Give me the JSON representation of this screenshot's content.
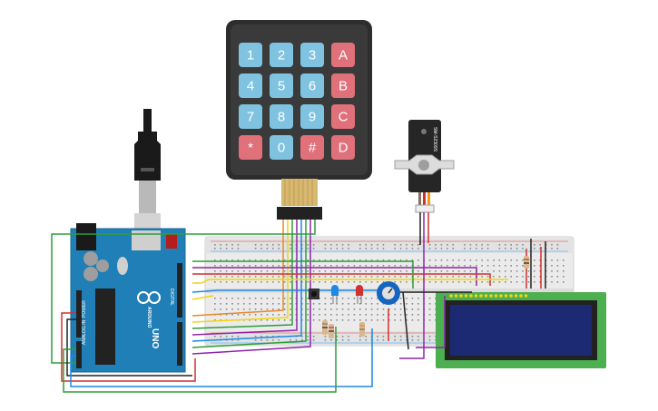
{
  "keypad": {
    "keys": [
      "1",
      "2",
      "3",
      "A",
      "4",
      "5",
      "6",
      "B",
      "7",
      "8",
      "9",
      "C",
      "*",
      "0",
      "#",
      "D"
    ],
    "number_color": "#7fc3e0",
    "letter_color": "#e0707a"
  },
  "arduino": {
    "brand": "ARDUINO",
    "model": "UNO",
    "digital_label": "DIGITAL",
    "analog_label": "ANALOG IN",
    "power_label": "POWER",
    "board_color": "#1f7fb6"
  },
  "servo": {
    "model": "SM-S2309S"
  },
  "lcd": {
    "pcb_color": "#4caf50",
    "screen_color": "#1c2a74"
  },
  "wire_colors": {
    "red": "#d32f2f",
    "black": "#222222",
    "green": "#2e9d3a",
    "purple": "#8e24aa",
    "blue": "#1e88e5",
    "yellow": "#f2d40f",
    "orange": "#e8892c"
  }
}
